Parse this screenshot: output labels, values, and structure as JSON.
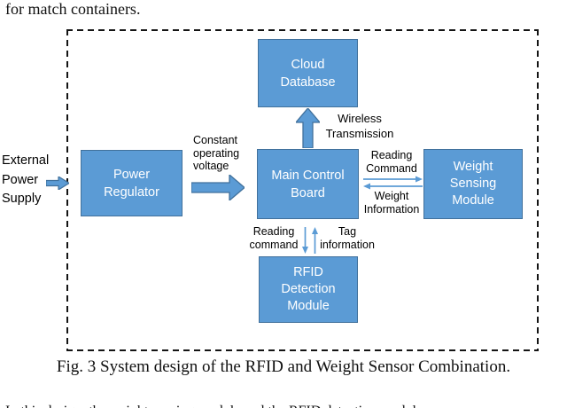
{
  "page": {
    "top_text": "for match containers.",
    "caption": "Fig. 3 System design of the RFID and Weight Sensor Combination.",
    "cropped_line": "In this design, the weight sensing module and the RFID detection module"
  },
  "diagram": {
    "external_label": {
      "lines": [
        "External",
        "Power",
        "Supply"
      ]
    },
    "boxes": {
      "cloud_database": {
        "lines": [
          "Cloud",
          "Database"
        ]
      },
      "power_regulator": {
        "lines": [
          "Power",
          "Regulator"
        ]
      },
      "main_control_board": {
        "lines": [
          "Main Control",
          "Board"
        ]
      },
      "weight_sensing_module": {
        "lines": [
          "Weight",
          "Sensing",
          "Module"
        ]
      },
      "rfid_detection_module": {
        "lines": [
          "RFID",
          "Detection",
          "Module"
        ]
      }
    },
    "labels": {
      "wireless_transmission": {
        "lines": [
          "Wireless",
          "Transmission"
        ]
      },
      "constant_operating_voltage": {
        "lines": [
          "Constant",
          "operating",
          "voltage"
        ]
      },
      "reading_command_to_weight": {
        "lines": [
          "Reading",
          "Command"
        ]
      },
      "weight_information": {
        "lines": [
          "Weight",
          "Information"
        ]
      },
      "reading_command_to_rfid": {
        "lines": [
          "Reading",
          "command"
        ]
      },
      "tag_information": {
        "lines": [
          "Tag",
          "information"
        ]
      }
    },
    "colors": {
      "box_fill": "#5b9bd5",
      "box_border": "#41719c",
      "box_text": "#ffffff",
      "arrow": "#5b9bd5",
      "label_text": "#000000",
      "dashed_border": "#141414"
    }
  }
}
